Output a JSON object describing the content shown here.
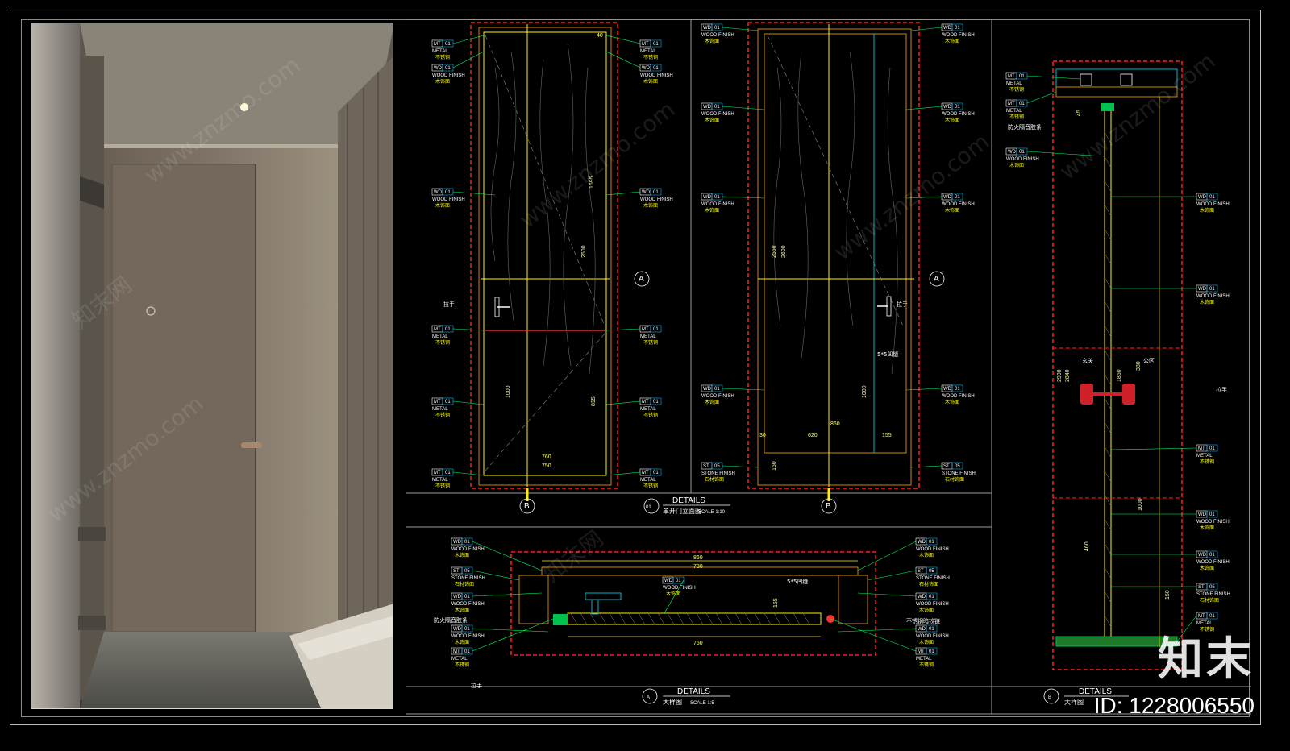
{
  "watermark": {
    "logo": "知末",
    "id": "ID: 1228006550",
    "url": "www.znzmo.com",
    "site_cn": "知末网"
  },
  "tags": {
    "mt_code": "MT",
    "mt_num": "01",
    "mt_en": "METAL",
    "mt_cn": "不锈钢",
    "wd_code": "WD",
    "wd_num": "01",
    "wd_en": "WOOD FINISH",
    "wd_cn": "木饰面",
    "st_code": "ST",
    "st_num": "05",
    "st_en": "STONE FINISH",
    "st_cn": "石材饰面"
  },
  "notes": {
    "handle": "拉手",
    "gap": "5*5凹缝",
    "fire_seal": "防火隔音胶条",
    "hinge": "不锈钢暗铰链",
    "inside": "玄关",
    "outside": "公区",
    "section_ref_a": "A",
    "section_ref_b": "B"
  },
  "titles": {
    "elev_num": "01",
    "elev_title": "DETAILS",
    "elev_cn": "单开门立面图",
    "elev_scale": "SCALE 1:10",
    "plan_num": "A",
    "plan_title": "DETAILS",
    "plan_cn": "大样图",
    "plan_scale": "SCALE 1:5",
    "sec_num": "B",
    "sec_title": "DETAILS",
    "sec_cn": "大样图"
  },
  "dims": {
    "d40": "40",
    "d1695": "1695",
    "d2500": "2500",
    "d1000": "1000",
    "d815": "815",
    "d760": "760",
    "d750": "750",
    "d2560": "2560",
    "d2600": "2600",
    "d860": "860",
    "d620": "620",
    "d155": "155",
    "d30": "30",
    "d150": "150",
    "d1060": "1060",
    "d780": "780",
    "d2900": "2900",
    "d2840": "2840",
    "d1860": "1860",
    "d380": "380",
    "d460": "460",
    "d45": "45"
  }
}
